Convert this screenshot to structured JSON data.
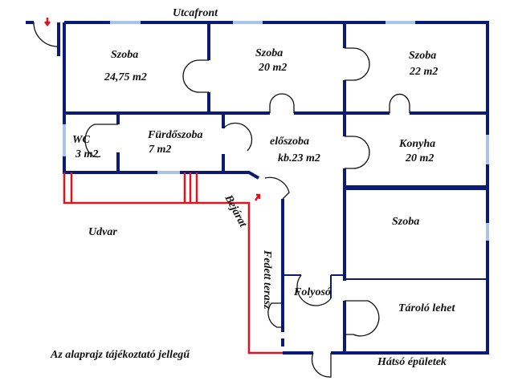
{
  "labels": {
    "street": "Utcafront",
    "room1_name": "Szoba",
    "room1_area": "24,75 m2",
    "room2_name": "Szoba",
    "room2_area": "20 m2",
    "room3_name": "Szoba",
    "room3_area": "22 m2",
    "wc_name": "WC",
    "wc_area": "3 m2",
    "bath_name": "Fürdőszoba",
    "bath_area": "7 m2",
    "hall_name": "előszoba",
    "hall_area": "kb.23 m2",
    "kitchen_name": "Konyha",
    "kitchen_area": "20 m2",
    "room4_name": "Szoba",
    "entrance": "Bejárat",
    "yard": "Udvar",
    "terrace": "Fedett terasz",
    "corridor": "Folyosó",
    "storage": "Tároló lehet",
    "back_buildings": "Hátsó épületek",
    "disclaimer": "Az alaprajz tájékoztató jellegű"
  },
  "colors": {
    "wall": "#0a1a78",
    "window": "#a9c4e6",
    "outline": "#e0141e"
  }
}
